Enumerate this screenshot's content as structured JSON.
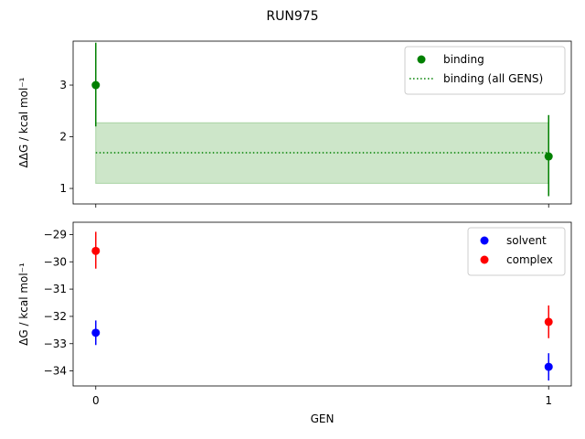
{
  "figure": {
    "title": "RUN975"
  },
  "chart_data": [
    {
      "type": "scatter",
      "ylabel": "ΔΔG / kcal mol⁻¹",
      "x_ticks": [],
      "y_ticks": [
        1,
        2,
        3
      ],
      "xlim": [
        -0.05,
        1.05
      ],
      "ylim": [
        0.7,
        3.85
      ],
      "series": [
        {
          "name": "binding",
          "color": "#008000",
          "points": [
            {
              "x": 0,
              "y": 3.0,
              "err_low": 2.2,
              "err_high": 3.82
            },
            {
              "x": 1,
              "y": 1.62,
              "err_low": 0.85,
              "err_high": 2.42
            }
          ]
        }
      ],
      "reference": {
        "name": "binding (all GENS)",
        "color": "#008000",
        "fill": "#CDE6C9",
        "x_range": [
          0,
          1
        ],
        "y": 1.69,
        "band": [
          1.1,
          2.27
        ]
      },
      "legend": "top-right"
    },
    {
      "type": "scatter",
      "ylabel": "ΔG / kcal mol⁻¹",
      "xlabel": "GEN",
      "x_ticks": [
        0,
        1
      ],
      "y_ticks": [
        -34,
        -33,
        -32,
        -31,
        -30,
        -29
      ],
      "xlim": [
        -0.05,
        1.05
      ],
      "ylim": [
        -34.55,
        -28.55
      ],
      "series": [
        {
          "name": "solvent",
          "color": "#0000FF",
          "points": [
            {
              "x": 0,
              "y": -32.6,
              "err_low": -33.05,
              "err_high": -32.15
            },
            {
              "x": 1,
              "y": -33.85,
              "err_low": -34.35,
              "err_high": -33.35
            }
          ]
        },
        {
          "name": "complex",
          "color": "#FF0000",
          "points": [
            {
              "x": 0,
              "y": -29.6,
              "err_low": -30.25,
              "err_high": -28.9
            },
            {
              "x": 1,
              "y": -32.2,
              "err_low": -32.8,
              "err_high": -31.6
            }
          ]
        }
      ],
      "legend": "top-right"
    }
  ]
}
